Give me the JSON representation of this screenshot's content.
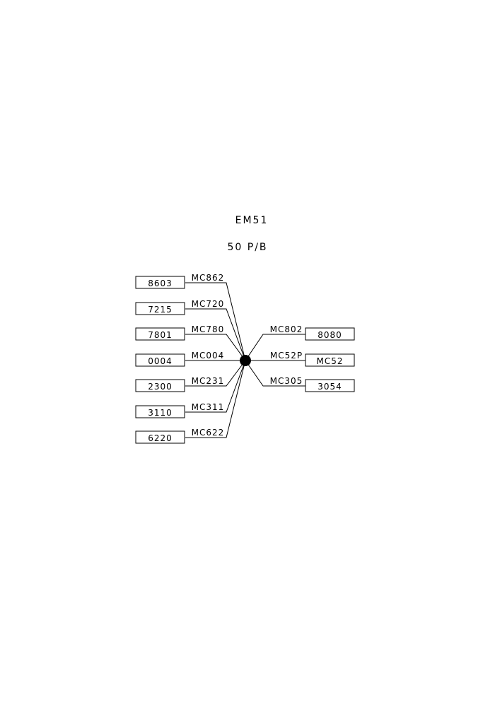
{
  "title": "EM51",
  "subtitle": "50 P/B",
  "colors": {
    "line": "#000000",
    "background": "#ffffff"
  },
  "left_connections": [
    {
      "wire": "MC862",
      "box": "8603"
    },
    {
      "wire": "MC720",
      "box": "7215"
    },
    {
      "wire": "MC780",
      "box": "7801"
    },
    {
      "wire": "MC004",
      "box": "0004"
    },
    {
      "wire": "MC231",
      "box": "2300"
    },
    {
      "wire": "MC311",
      "box": "3110"
    },
    {
      "wire": "MC622",
      "box": "6220"
    }
  ],
  "right_connections": [
    {
      "wire": "MC802",
      "box": "8080"
    },
    {
      "wire": "MC52P",
      "box": "MC52"
    },
    {
      "wire": "MC305",
      "box": "3054"
    }
  ]
}
